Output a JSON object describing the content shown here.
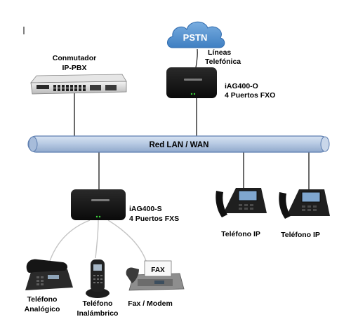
{
  "cloud": {
    "label": "PSTN"
  },
  "pstn_lines": {
    "line1": "Líneas",
    "line2": "Telefónica"
  },
  "pbx": {
    "line1": "Conmutador",
    "line2": "IP-PBX"
  },
  "fxo_gateway": {
    "line1": "iAG400-O",
    "line2": "4 Puertos FXO"
  },
  "network": {
    "label": "Red LAN / WAN"
  },
  "fxs_gateway": {
    "line1": "iAG400-S",
    "line2": "4 Puertos FXS"
  },
  "ip_phone_1": {
    "label": "Teléfono IP"
  },
  "ip_phone_2": {
    "label": "Teléfono IP"
  },
  "analog_phone": {
    "line1": "Teléfono",
    "line2": "Analógico"
  },
  "wireless_phone": {
    "line1": "Teléfono",
    "line2": "Inalámbrico"
  },
  "fax": {
    "label": "Fax / Modem",
    "device_text": "FAX"
  }
}
